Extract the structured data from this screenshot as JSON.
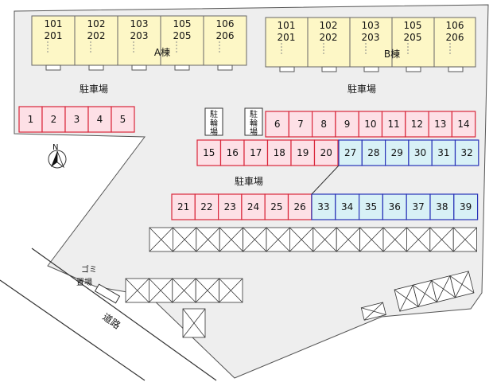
{
  "buildings": [
    {
      "name": "A棟",
      "units_top": [
        "101",
        "102",
        "103",
        "105",
        "106"
      ],
      "units_bottom": [
        "201",
        "202",
        "203",
        "205",
        "206"
      ]
    },
    {
      "name": "B棟",
      "units_top": [
        "101",
        "102",
        "103",
        "105",
        "106"
      ],
      "units_bottom": [
        "201",
        "202",
        "203",
        "205",
        "206"
      ]
    }
  ],
  "labels": {
    "parking_top_left": "駐車場",
    "parking_top_right": "駐車場",
    "parking_middle": "駐車場",
    "bike_parking_1": [
      "駐",
      "輪",
      "場"
    ],
    "bike_parking_2": [
      "駐",
      "輪",
      "場"
    ],
    "garbage": [
      "ゴミ",
      "置場"
    ],
    "road": "道路",
    "compass": "N"
  },
  "parking": {
    "row1": [
      "1",
      "2",
      "3",
      "4",
      "5"
    ],
    "row2": [
      "6",
      "7",
      "8",
      "9",
      "10",
      "11",
      "12",
      "13",
      "14"
    ],
    "row3_pink": [
      "15",
      "16",
      "17",
      "18",
      "19",
      "20"
    ],
    "row3_blue": [
      "27",
      "28",
      "29",
      "30",
      "31",
      "32"
    ],
    "row4_pink": [
      "21",
      "22",
      "23",
      "24",
      "25",
      "26"
    ],
    "row4_blue": [
      "33",
      "34",
      "35",
      "36",
      "37",
      "38",
      "39"
    ]
  },
  "colors": {
    "pink_fill": "#fde0e6",
    "pink_stroke": "#d9263a",
    "blue_fill": "#d8f1f6",
    "blue_stroke": "#2833b8",
    "building_fill": "#fdf7c6",
    "lot_fill": "#eeeeee"
  }
}
